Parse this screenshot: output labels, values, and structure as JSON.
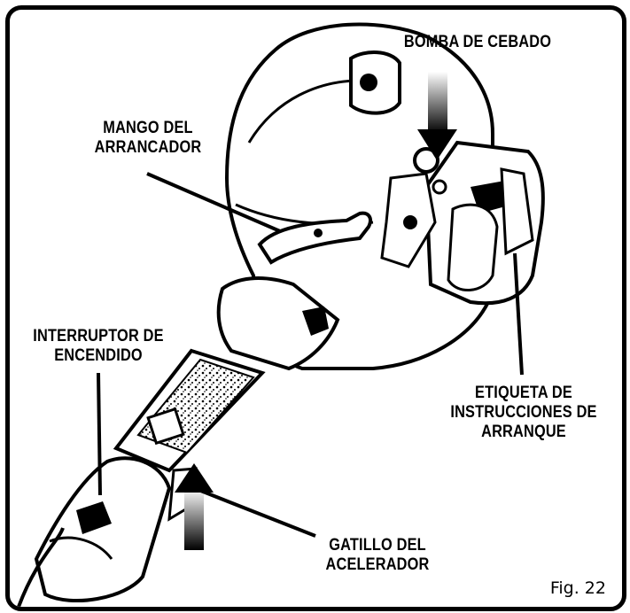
{
  "labels": {
    "primer": "BOMBA DE CEBADO",
    "starter_line1": "MANGO DEL",
    "starter_line2": "ARRANCADOR",
    "switch_line1": "INTERRUPTOR DE",
    "switch_line2": "ENCENDIDO",
    "etiqueta_line1": "ETIQUETA DE",
    "etiqueta_line2": "INSTRUCCIONES DE",
    "etiqueta_line3": "ARRANQUE",
    "trigger_line1": "GATILLO DEL",
    "trigger_line2": "ACELERADOR"
  },
  "figure": "Fig. 22"
}
